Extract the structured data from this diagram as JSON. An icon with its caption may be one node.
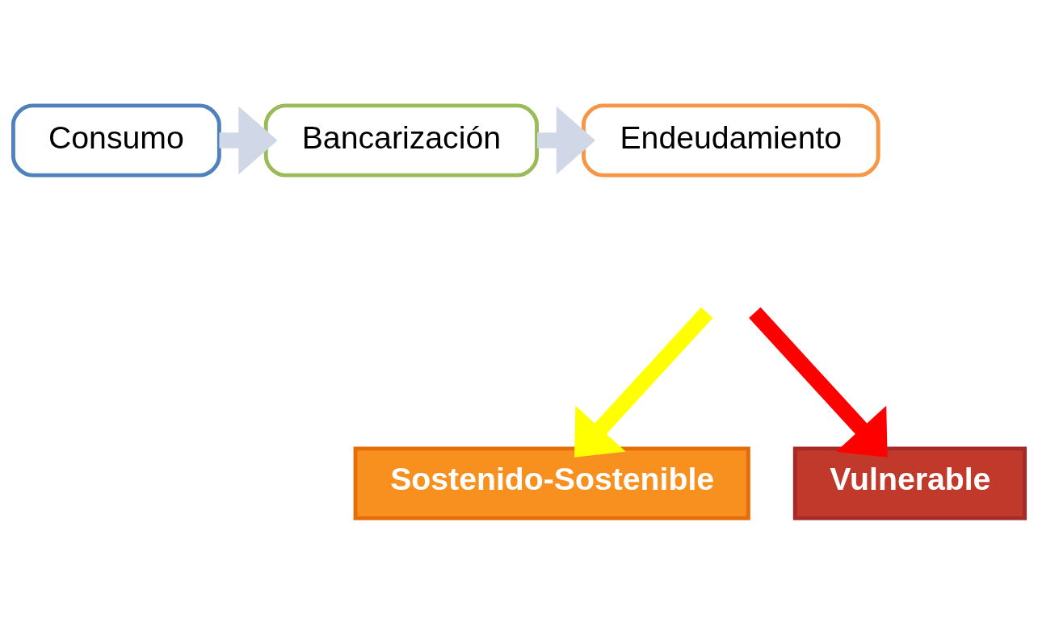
{
  "diagram": {
    "nodes": [
      {
        "text": [
          "Consumo"
        ]
      },
      {
        "text": [
          "Bancarización"
        ]
      },
      {
        "text": [
          "Endeudamiento"
        ]
      },
      {
        "text": [
          "Sostenido-Sostenible"
        ]
      },
      {
        "text": [
          "Vulnerable"
        ]
      }
    ],
    "edges": [
      {
        "from": 0,
        "to": 1,
        "arrow": "to",
        "color": "#d0d8e8"
      },
      {
        "from": 1,
        "to": 2,
        "arrow": "to",
        "color": "#d0d8e8"
      },
      {
        "from": null,
        "to": 3,
        "arrow": "to",
        "color": "#ffff00"
      },
      {
        "from": null,
        "to": 4,
        "arrow": "to",
        "color": "#ff0000"
      }
    ]
  }
}
